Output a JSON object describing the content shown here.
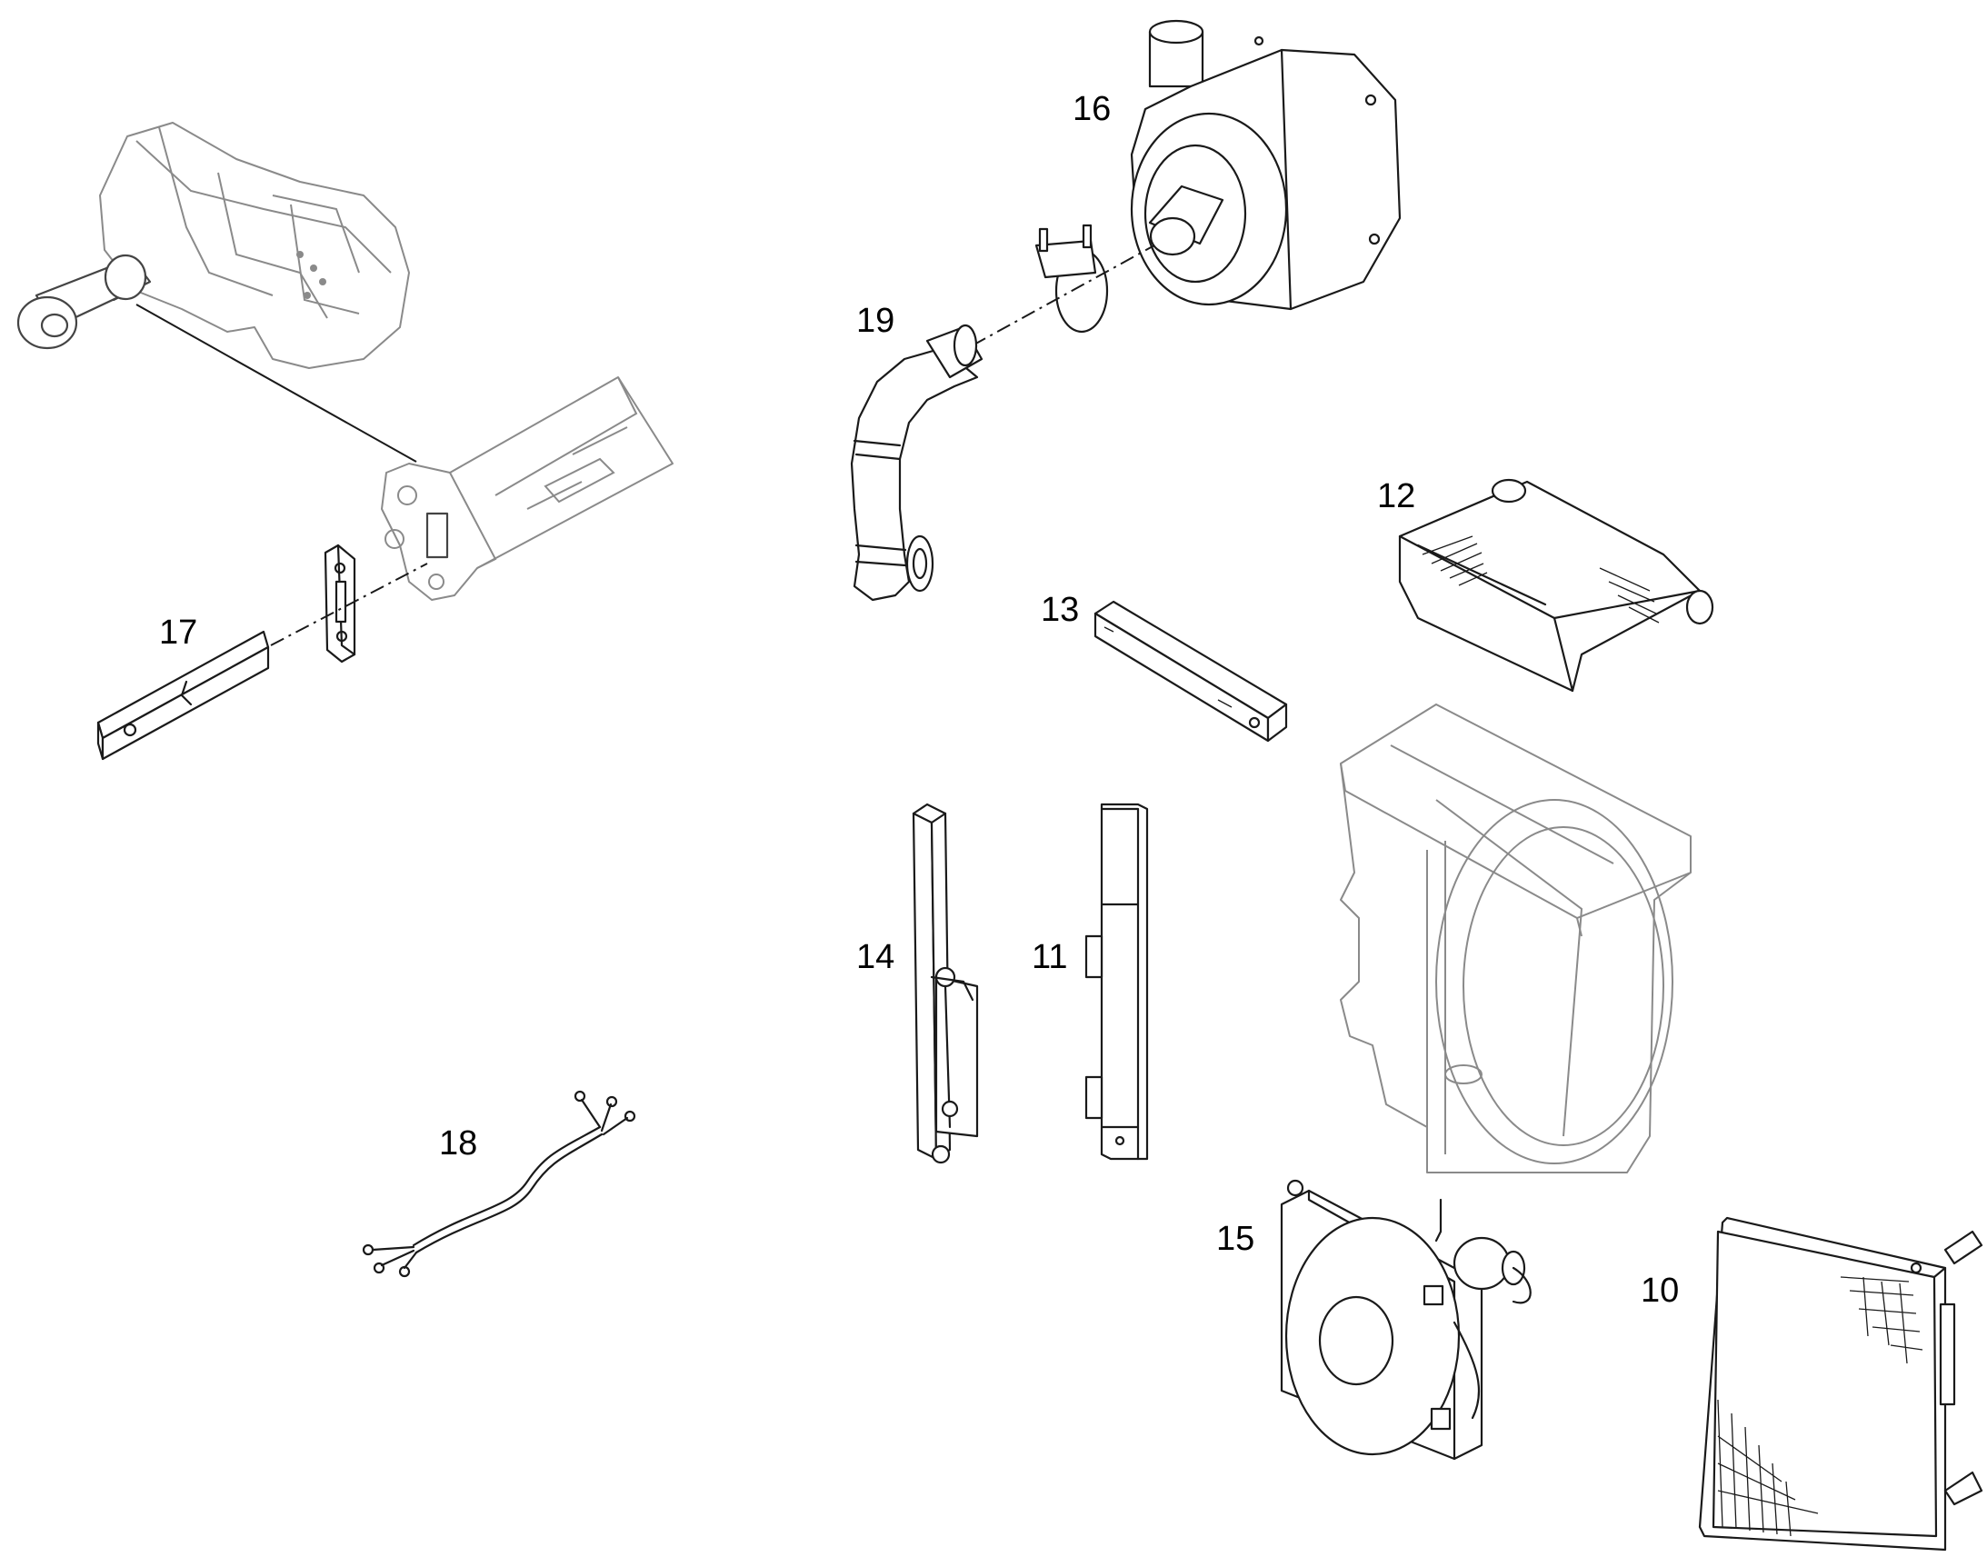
{
  "callouts": {
    "part_10": "10",
    "part_11": "11",
    "part_12": "12",
    "part_13": "13",
    "part_14": "14",
    "part_15": "15",
    "part_16": "16",
    "part_17": "17",
    "part_18": "18",
    "part_19": "19"
  },
  "colors": {
    "line": "#1a1a1a",
    "context_line": "#8a8a8a",
    "background": "#ffffff"
  }
}
